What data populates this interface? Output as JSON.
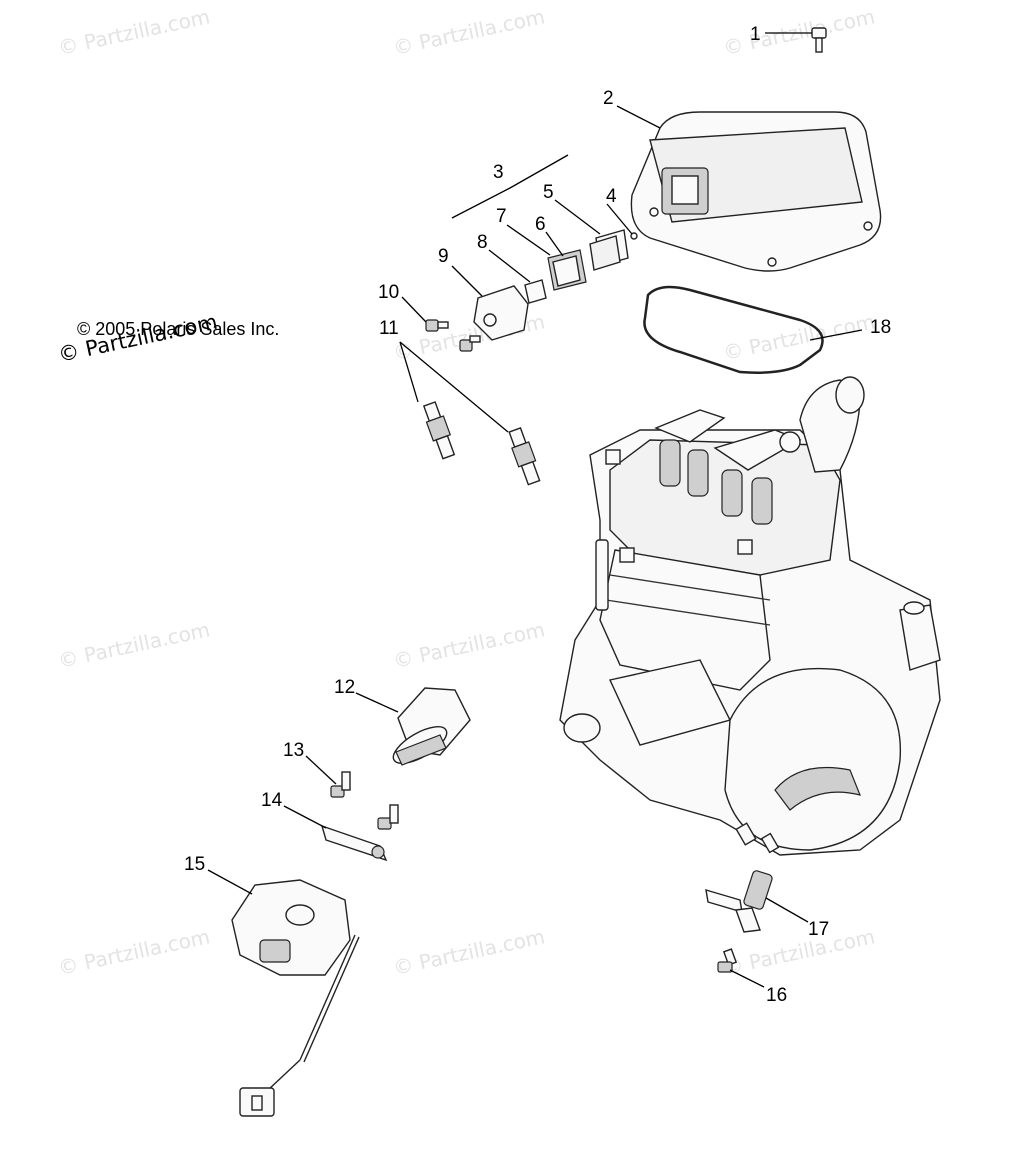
{
  "watermark": {
    "text": "© Partzilla.com",
    "color": "#e3e3e3"
  },
  "copyright": "© 2005 Polaris Sales Inc.",
  "callouts": [
    "1",
    "2",
    "3",
    "4",
    "5",
    "6",
    "7",
    "8",
    "9",
    "10",
    "11",
    "12",
    "13",
    "14",
    "15",
    "16",
    "17",
    "18"
  ],
  "colors": {
    "line": "#222222",
    "background": "#ffffff"
  }
}
